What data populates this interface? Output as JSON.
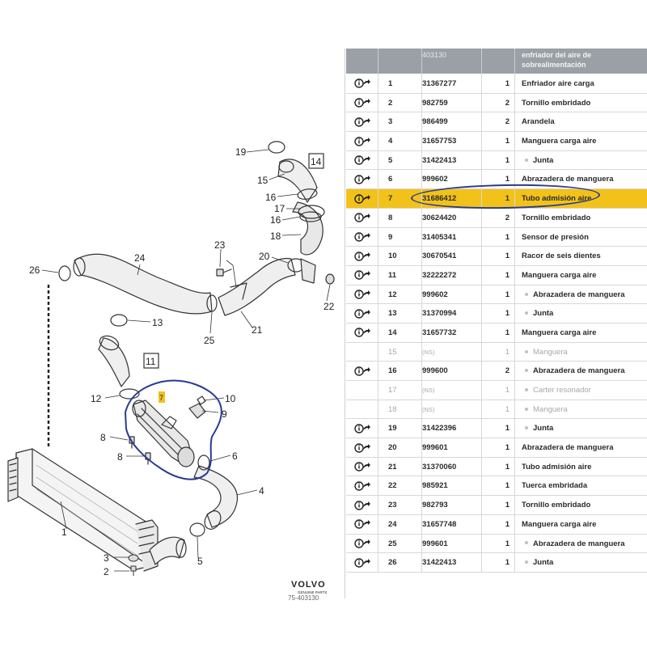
{
  "diagram": {
    "callouts": [
      "1",
      "2",
      "3",
      "4",
      "5",
      "6",
      "7",
      "8",
      "8",
      "9",
      "10",
      "11",
      "12",
      "13",
      "14",
      "15",
      "16",
      "16",
      "17",
      "18",
      "19",
      "20",
      "21",
      "22",
      "23",
      "24",
      "25",
      "26"
    ],
    "brand": "VOLVO",
    "brand_sub": "GENUINE PARTS",
    "figure_ref": "75-403130",
    "highlight_marker": "7"
  },
  "table": {
    "header": {
      "ref_partial": "403130",
      "desc": "enfriador del aire de sobrealimentación"
    },
    "rows": [
      {
        "pos": "1",
        "ref": "31367277",
        "qty": "1",
        "desc": "Enfriador aire carga",
        "sub": false,
        "ns": false,
        "icon": true
      },
      {
        "pos": "2",
        "ref": "982759",
        "qty": "2",
        "desc": "Tornillo embridado",
        "sub": false,
        "ns": false,
        "icon": true
      },
      {
        "pos": "3",
        "ref": "986499",
        "qty": "2",
        "desc": "Arandela",
        "sub": false,
        "ns": false,
        "icon": true
      },
      {
        "pos": "4",
        "ref": "31657753",
        "qty": "1",
        "desc": "Manguera carga aire",
        "sub": false,
        "ns": false,
        "icon": true
      },
      {
        "pos": "5",
        "ref": "31422413",
        "qty": "1",
        "desc": "Junta",
        "sub": true,
        "ns": false,
        "icon": true
      },
      {
        "pos": "6",
        "ref": "999602",
        "qty": "1",
        "desc": "Abrazadera de manguera",
        "sub": false,
        "ns": false,
        "icon": true
      },
      {
        "pos": "7",
        "ref": "31686412",
        "qty": "1",
        "desc": "Tubo admisión aire",
        "sub": false,
        "ns": false,
        "icon": true,
        "highlight": true
      },
      {
        "pos": "8",
        "ref": "30624420",
        "qty": "2",
        "desc": "Tornillo embridado",
        "sub": false,
        "ns": false,
        "icon": true
      },
      {
        "pos": "9",
        "ref": "31405341",
        "qty": "1",
        "desc": "Sensor de presión",
        "sub": false,
        "ns": false,
        "icon": true
      },
      {
        "pos": "10",
        "ref": "30670541",
        "qty": "1",
        "desc": "Racor de seis dientes",
        "sub": false,
        "ns": false,
        "icon": true
      },
      {
        "pos": "11",
        "ref": "32222272",
        "qty": "1",
        "desc": "Manguera carga aire",
        "sub": false,
        "ns": false,
        "icon": true
      },
      {
        "pos": "12",
        "ref": "999602",
        "qty": "1",
        "desc": "Abrazadera de manguera",
        "sub": true,
        "ns": false,
        "icon": true
      },
      {
        "pos": "13",
        "ref": "31370994",
        "qty": "1",
        "desc": "Junta",
        "sub": true,
        "ns": false,
        "icon": true
      },
      {
        "pos": "14",
        "ref": "31657732",
        "qty": "1",
        "desc": "Manguera carga aire",
        "sub": false,
        "ns": false,
        "icon": true
      },
      {
        "pos": "15",
        "ref": "(NS)",
        "qty": "1",
        "desc": "Manguera",
        "sub": true,
        "ns": true,
        "icon": false
      },
      {
        "pos": "16",
        "ref": "999600",
        "qty": "2",
        "desc": "Abrazadera de manguera",
        "sub": true,
        "ns": false,
        "icon": true
      },
      {
        "pos": "17",
        "ref": "(NS)",
        "qty": "1",
        "desc": "Carter resonador",
        "sub": true,
        "ns": true,
        "icon": false
      },
      {
        "pos": "18",
        "ref": "(NS)",
        "qty": "1",
        "desc": "Manguera",
        "sub": true,
        "ns": true,
        "icon": false
      },
      {
        "pos": "19",
        "ref": "31422396",
        "qty": "1",
        "desc": "Junta",
        "sub": true,
        "ns": false,
        "icon": true
      },
      {
        "pos": "20",
        "ref": "999601",
        "qty": "1",
        "desc": "Abrazadera de manguera",
        "sub": false,
        "ns": false,
        "icon": true
      },
      {
        "pos": "21",
        "ref": "31370060",
        "qty": "1",
        "desc": "Tubo admisión aire",
        "sub": false,
        "ns": false,
        "icon": true
      },
      {
        "pos": "22",
        "ref": "985921",
        "qty": "1",
        "desc": "Tuerca embridada",
        "sub": false,
        "ns": false,
        "icon": true
      },
      {
        "pos": "23",
        "ref": "982793",
        "qty": "1",
        "desc": "Tornillo embridado",
        "sub": false,
        "ns": false,
        "icon": true
      },
      {
        "pos": "24",
        "ref": "31657748",
        "qty": "1",
        "desc": "Manguera carga aire",
        "sub": false,
        "ns": false,
        "icon": true
      },
      {
        "pos": "25",
        "ref": "999601",
        "qty": "1",
        "desc": "Abrazadera de manguera",
        "sub": true,
        "ns": false,
        "icon": true
      },
      {
        "pos": "26",
        "ref": "31422413",
        "qty": "1",
        "desc": "Junta",
        "sub": true,
        "ns": false,
        "icon": true
      }
    ]
  },
  "colors": {
    "highlight": "#f2c21b",
    "header": "#9aa0a6",
    "annotation": "#2a3a8f"
  },
  "icons": {
    "row_action": "info-arrow-icon"
  }
}
